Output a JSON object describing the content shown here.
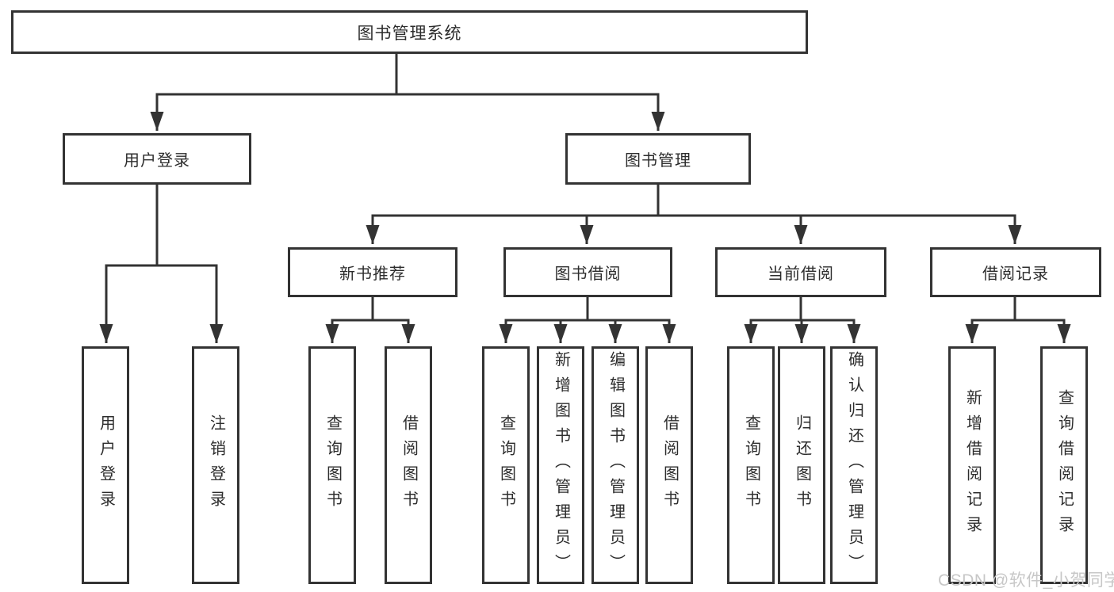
{
  "tree": {
    "root": "图书管理系统",
    "login": {
      "label": "用户登录",
      "leaves": [
        "用户登录",
        "注销登录"
      ]
    },
    "management": {
      "label": "图书管理",
      "groups": [
        {
          "label": "新书推荐",
          "leaves": [
            "查询图书",
            "借阅图书"
          ]
        },
        {
          "label": "图书借阅",
          "leaves": [
            "查询图书",
            "新增图书（管理员）",
            "编辑图书（管理员）",
            "借阅图书"
          ]
        },
        {
          "label": "当前借阅",
          "leaves": [
            "查询图书",
            "归还图书",
            "确认归还（管理员）"
          ]
        },
        {
          "label": "借阅记录",
          "leaves": [
            "新增借阅记录",
            "查询借阅记录"
          ]
        }
      ]
    }
  },
  "watermark": "CSDN @软件_小贺同学",
  "colors": {
    "line": "#333333",
    "text": "#2d2d2d",
    "watermark": "#c7c7c7",
    "background": "#ffffff"
  }
}
